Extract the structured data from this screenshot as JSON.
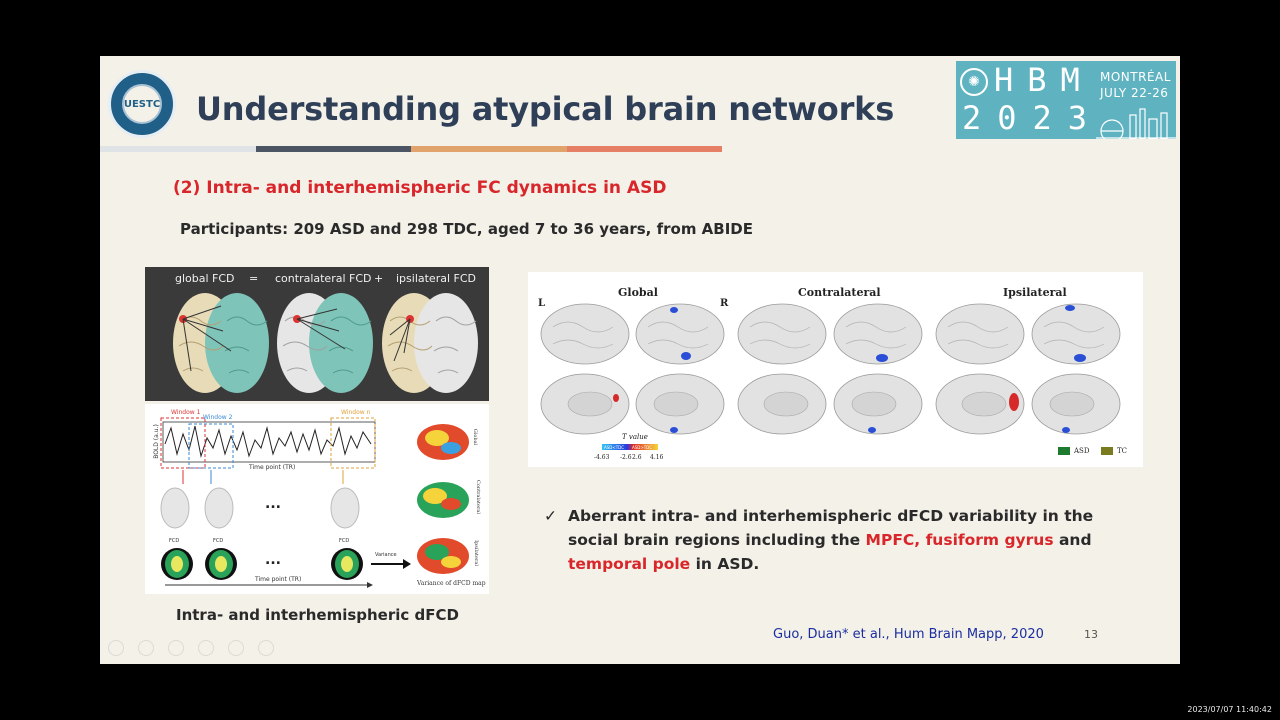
{
  "slide": {
    "title": "Understanding atypical brain networks",
    "logo_text": "UESTC",
    "colorbar": [
      "#dfe3e6",
      "#4b5563",
      "#e2a26b",
      "#e58067"
    ],
    "hbm": {
      "letters": "HBM",
      "year": "2023",
      "city": "MONTRÉAL",
      "dates": "JULY 22-26"
    },
    "subtitle": "(2) Intra- and interhemispheric FC dynamics in ASD",
    "participants": "Participants: 209 ASD and 298 TDC, aged 7 to 36 years, from ABIDE",
    "left_figure": {
      "labels": {
        "global": "global FCD",
        "eq": "=",
        "contra": "contralateral FCD",
        "plus": "+",
        "ipsi": "ipsilateral FCD"
      },
      "window1": "Window 1",
      "window2": "Window 2",
      "windowN": "Window n",
      "ylabel": "BOLD (a.u.)",
      "timepoint": "Time point (TR)",
      "fcd": "FCD",
      "variance": "Variance",
      "variance_map": "Variance of dFCD map",
      "dots": "...",
      "side_global": "Global",
      "side_contra": "Contralateral",
      "side_ipsi": "Ipsilateral",
      "caption": "Intra- and interhemispheric dFCD"
    },
    "right_figure": {
      "global": "Global",
      "contralateral": "Contralateral",
      "ipsilateral": "Ipsilateral",
      "L": "L",
      "R": "R",
      "scale_title": "T value",
      "ticks": [
        "-4.63",
        "-2.6",
        "2.6",
        "4.16"
      ],
      "scale_left": "ASD<TDC",
      "scale_right": "ASD>TDC",
      "legend": [
        {
          "label": "ASD",
          "color": "#1e7a2e"
        },
        {
          "label": "TC",
          "color": "#7a7a1e"
        }
      ]
    },
    "finding": {
      "check": "✓",
      "part1": "Aberrant intra- and interhemispheric dFCD variability in the social brain regions including the ",
      "hl1": "MPFC, fusiform gyrus",
      "part2": " and ",
      "hl2": "temporal pole",
      "part3": " in ASD."
    },
    "citation": "Guo, Duan* et al., Hum Brain Mapp, 2020",
    "page_number": "13"
  },
  "timestamp": "2023/07/07 11:40:42"
}
